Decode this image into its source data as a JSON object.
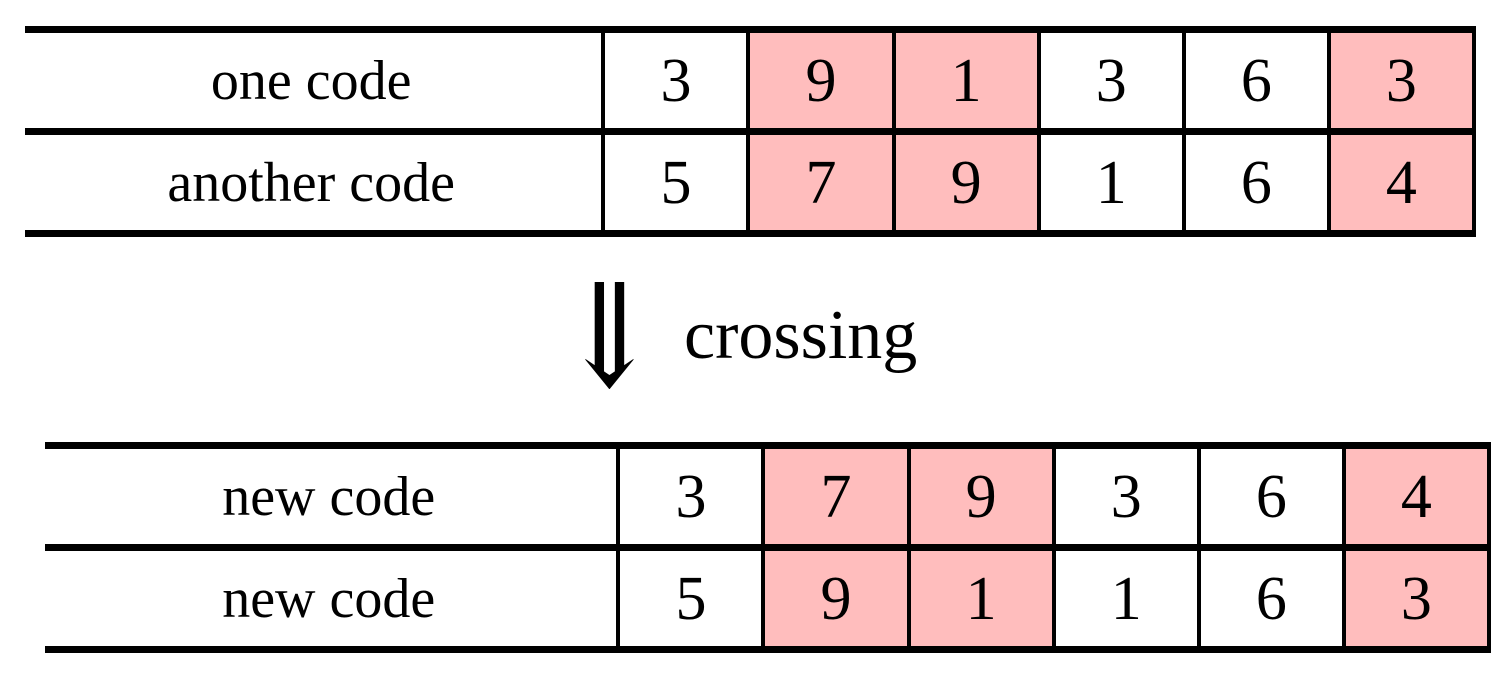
{
  "figure": {
    "title": "genetic algorithm crossing diagram",
    "highlight_color": "#ffbdbd",
    "rule_color": "#000000",
    "background": "#ffffff"
  },
  "crossing": {
    "arrow_glyph": "⇓",
    "arrow_name": "double-down-arrow",
    "label": "crossing"
  },
  "parents_table": {
    "rows": [
      {
        "label": "one code",
        "values": [
          "3",
          "9",
          "1",
          "3",
          "6",
          "3"
        ],
        "highlight": [
          false,
          true,
          true,
          false,
          false,
          true
        ]
      },
      {
        "label": "another code",
        "values": [
          "5",
          "7",
          "9",
          "1",
          "6",
          "4"
        ],
        "highlight": [
          false,
          true,
          true,
          false,
          false,
          true
        ]
      }
    ]
  },
  "children_table": {
    "rows": [
      {
        "label": "new code",
        "values": [
          "3",
          "7",
          "9",
          "3",
          "6",
          "4"
        ],
        "highlight": [
          false,
          true,
          true,
          false,
          false,
          true
        ]
      },
      {
        "label": "new code",
        "values": [
          "5",
          "9",
          "1",
          "1",
          "6",
          "3"
        ],
        "highlight": [
          false,
          true,
          true,
          false,
          false,
          true
        ]
      }
    ]
  }
}
